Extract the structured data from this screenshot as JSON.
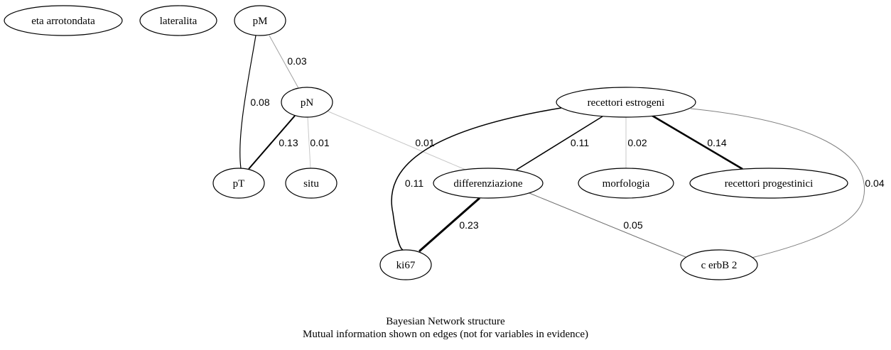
{
  "nodes": [
    {
      "id": "eta",
      "label": "eta arrotondata"
    },
    {
      "id": "lateralita",
      "label": "lateralita"
    },
    {
      "id": "pM",
      "label": "pM"
    },
    {
      "id": "pN",
      "label": "pN"
    },
    {
      "id": "pT",
      "label": "pT"
    },
    {
      "id": "situ",
      "label": "situ"
    },
    {
      "id": "recettori_estrogeni",
      "label": "recettori estrogeni"
    },
    {
      "id": "differenziazione",
      "label": "differenziazione"
    },
    {
      "id": "morfologia",
      "label": "morfologia"
    },
    {
      "id": "recettori_progestinici",
      "label": "recettori progestinici"
    },
    {
      "id": "ki67",
      "label": "ki67"
    },
    {
      "id": "cerbB2",
      "label": "c erbB 2"
    }
  ],
  "edges": [
    {
      "from": "pM",
      "to": "pN",
      "label": "0.03",
      "color": "#a0a0a0"
    },
    {
      "from": "pM",
      "to": "pT",
      "label": "0.08",
      "color": "#000000"
    },
    {
      "from": "pN",
      "to": "pT",
      "label": "0.13",
      "color": "#000000"
    },
    {
      "from": "pN",
      "to": "situ",
      "label": "0.01",
      "color": "#c8c8c8"
    },
    {
      "from": "pN",
      "to": "differenziazione",
      "label": "0.01",
      "color": "#c8c8c8"
    },
    {
      "from": "recettori_estrogeni",
      "to": "ki67",
      "label": "0.11",
      "color": "#000000"
    },
    {
      "from": "recettori_estrogeni",
      "to": "differenziazione",
      "label": "0.11",
      "color": "#000000"
    },
    {
      "from": "recettori_estrogeni",
      "to": "morfologia",
      "label": "0.02",
      "color": "#c8c8c8"
    },
    {
      "from": "recettori_estrogeni",
      "to": "recettori_progestinici",
      "label": "0.14",
      "color": "#000000"
    },
    {
      "from": "recettori_estrogeni",
      "to": "cerbB2",
      "label": "0.04",
      "color": "#808080"
    },
    {
      "from": "differenziazione",
      "to": "ki67",
      "label": "0.23",
      "color": "#000000"
    },
    {
      "from": "differenziazione",
      "to": "cerbB2",
      "label": "0.05",
      "color": "#707070"
    }
  ],
  "caption": {
    "title": "Bayesian Network structure",
    "subtitle": "Mutual information shown on edges (not for variables in evidence)"
  }
}
